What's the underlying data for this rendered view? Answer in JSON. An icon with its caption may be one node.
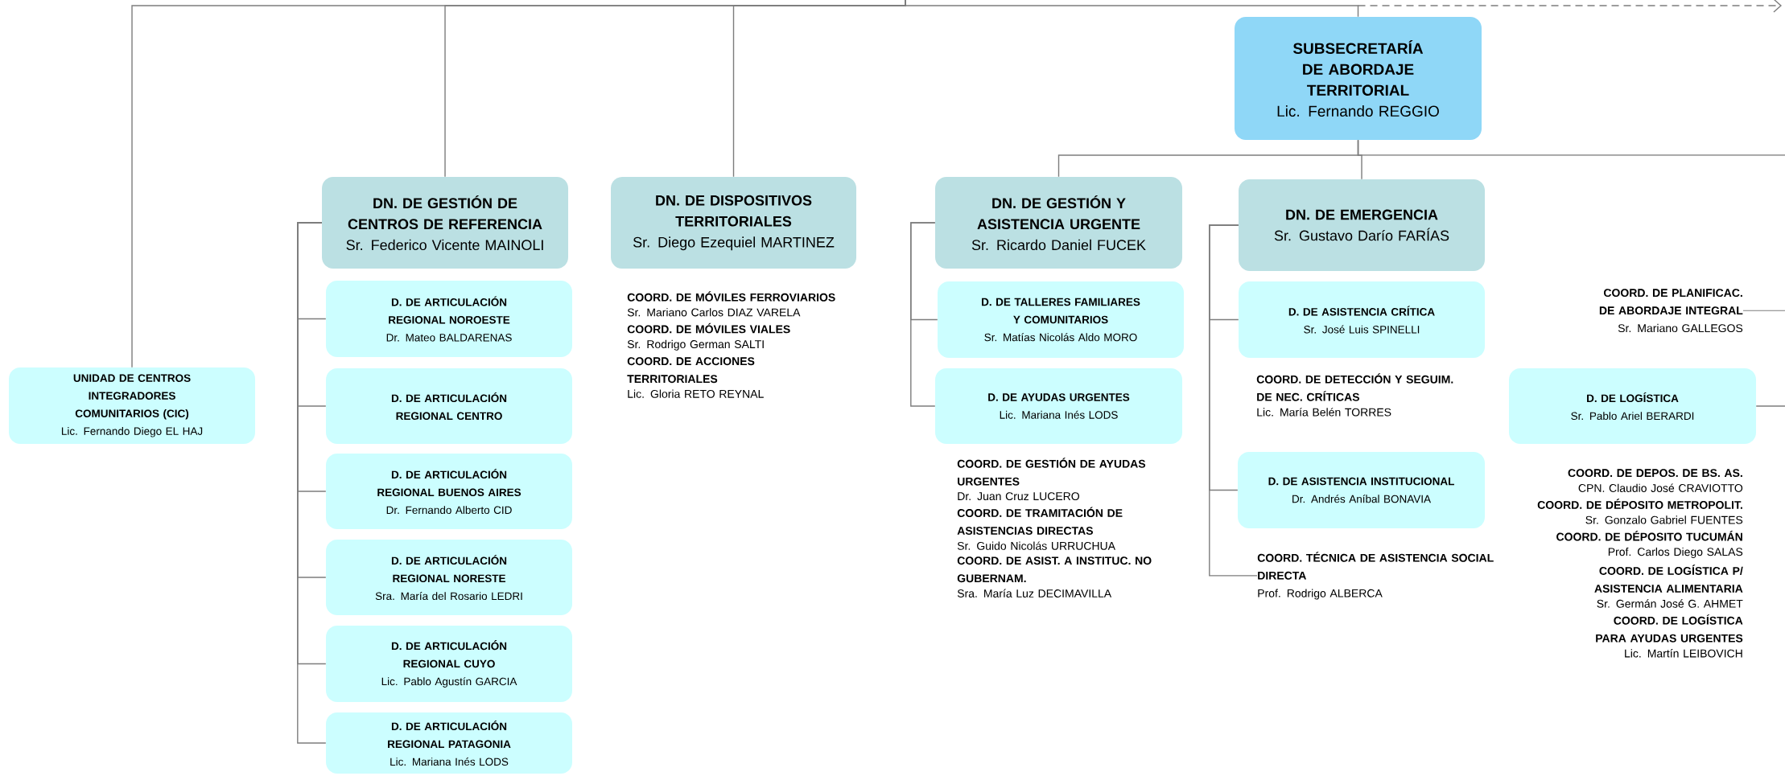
{
  "diagram": {
    "nodes": [
      {
        "text": [
          "SUBSECRETARÍA DE ABORDAJE TERRITORIAL",
          "Lic. Fernando REGGIO"
        ]
      },
      {
        "text": [
          "UNIDAD DE CENTROS INTEGRADORES COMUNITARIOS (CIC)",
          "Lic. Fernando Diego EL HAJ"
        ]
      },
      {
        "text": [
          "DN. DE GESTIÓN DE CENTROS DE REFERENCIA",
          "Sr. Federico Vicente MAINOLI"
        ]
      },
      {
        "text": [
          "D.  DE ARTICULACIÓN REGIONAL NOROESTE",
          "Dr. Mateo BALDARENAS"
        ]
      },
      {
        "text": [
          "D. DE ARTICULACIÓN REGIONAL CENTRO"
        ]
      },
      {
        "text": [
          "D. DE ARTICULACIÓN REGIONAL BUENOS AIRES",
          "Dr. Fernando Alberto CID"
        ]
      },
      {
        "text": [
          "D. DE ARTICULACIÓN REGIONAL NORESTE",
          "Sra. María del Rosario LEDRI"
        ]
      },
      {
        "text": [
          "D. DE ARTICULACIÓN REGIONAL CUYO",
          "Lic. Pablo Agustín GARCIA"
        ]
      },
      {
        "text": [
          "D. DE ARTICULACIÓN REGIONAL PATAGONIA",
          "Lic. Mariana Inés LODS"
        ]
      },
      {
        "text": [
          "DN. DE DISPOSITIVOS TERRITORIALES",
          "Sr. Diego Ezequiel MARTINEZ"
        ]
      },
      {
        "text": [
          "DN. DE GESTIÓN Y ASISTENCIA URGENTE",
          "Sr. Ricardo Daniel FUCEK"
        ]
      },
      {
        "text": [
          "D. DE TALLERES FAMILIARES Y COMUNITARIOS",
          "Sr. Matías Nicolás Aldo MORO"
        ]
      },
      {
        "text": [
          "D. DE AYUDAS URGENTES",
          "Lic. Mariana Inés LODS"
        ]
      },
      {
        "text": [
          "DN. DE EMERGENCIA",
          "Sr. Gustavo Darío FARÍAS"
        ]
      },
      {
        "text": [
          "D. DE ASISTENCIA CRÍTICA",
          "Sr. José Luis SPINELLI"
        ]
      },
      {
        "text": [
          "D. DE ASISTENCIA INSTITUCIONAL",
          "Dr. Andrés Aníbal BONAVIA"
        ]
      },
      {
        "text": [
          "COORD. TÉCNICA DE ASISTENCIA SOCIAL DIRECTA",
          "Prof. Rodrigo ALBERCA"
        ]
      },
      {
        "text": [
          "COORD. DE PLANIFICAC. DE ABORDAJE INTEGRAL",
          "Sr. Mariano GALLEGOS"
        ]
      },
      {
        "text": [
          "D. DE LOGÍSTICA",
          "Sr. Pablo Ariel BERARDI"
        ]
      }
    ],
    "edges": [
      {
        "from": null,
        "to": 1,
        "arrow": "none"
      },
      {
        "from": null,
        "to": 2,
        "arrow": "none"
      },
      {
        "from": null,
        "to": 9,
        "arrow": "none"
      },
      {
        "from": null,
        "to": 0,
        "arrow": "none"
      },
      {
        "from": 0,
        "to": null,
        "arrow": "to",
        "style": "dashed"
      },
      {
        "from": 0,
        "to": null,
        "arrow": "none"
      },
      {
        "from": 0,
        "to": 10,
        "arrow": "none"
      },
      {
        "from": 0,
        "to": 13,
        "arrow": "none"
      },
      {
        "from": 2,
        "to": 3,
        "arrow": "none"
      },
      {
        "from": 2,
        "to": 4,
        "arrow": "none"
      },
      {
        "from": 2,
        "to": 5,
        "arrow": "none"
      },
      {
        "from": 2,
        "to": 6,
        "arrow": "none"
      },
      {
        "from": 2,
        "to": 7,
        "arrow": "none"
      },
      {
        "from": 2,
        "to": 8,
        "arrow": "none"
      },
      {
        "from": 10,
        "to": 11,
        "arrow": "none"
      },
      {
        "from": 10,
        "to": 12,
        "arrow": "none"
      },
      {
        "from": 13,
        "to": 14,
        "arrow": "none"
      },
      {
        "from": 13,
        "to": 15,
        "arrow": "none"
      },
      {
        "from": 13,
        "to": 16,
        "arrow": "none"
      },
      {
        "from": null,
        "to": 17,
        "arrow": "none"
      },
      {
        "from": null,
        "to": 18,
        "arrow": "none"
      }
    ],
    "labels": [
      "COORD. DE MÓVILES FERROVIARIOS",
      "Sr. Mariano Carlos DIAZ VARELA",
      "COORD. DE MÓVILES VIALES",
      "Sr. Rodrigo German SALTI",
      "COORD. DE ACCIONES TERRITORIALES",
      "Lic. Gloria RETO REYNAL",
      "COORD. DE GESTIÓN DE AYUDAS URGENTES",
      "Dr. Juan Cruz LUCERO",
      "COORD. DE TRAMITACIÓN DE ASISTENCIAS DIRECTAS",
      "Sr. Guido Nicolás URRUCHUA",
      "COORD. DE ASIST. A INSTITUC. NO GUBERNAM.",
      "Sra. María Luz DECIMAVILLA",
      "COORD. DE DETECCIÓN Y SEGUIM. DE NEC. CRÍTICAS",
      "Lic. María Belén TORRES",
      "COORD. DE DEPOS. DE BS. AS.",
      "CPN. Claudio José CRAVIOTTO",
      "COORD. DE DÉPOSITO METROPOLIT.",
      "Sr. Gonzalo Gabriel FUENTES",
      "COORD. DE DÉPOSITO TUCUMÁN",
      "Prof. Carlos Diego SALAS",
      "COORD. DE LOGÍSTICA P/ ASISTENCIA ALIMENTARIA",
      "Sr. Germán José G. AHMET",
      "COORD. DE LOGÍSTICA PARA AYUDAS URGENTES",
      "Lic. Martín LEIBOVICH"
    ]
  }
}
